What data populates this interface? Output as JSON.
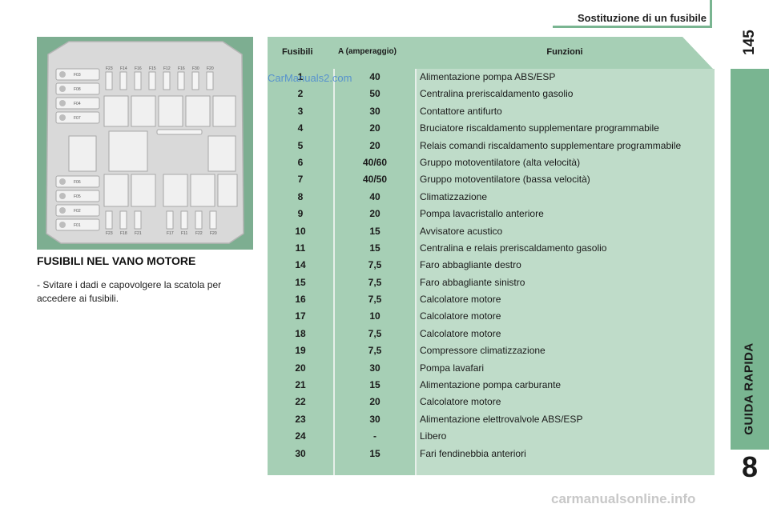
{
  "header": {
    "title": "Sostituzione di un fusibile"
  },
  "page_number": "145",
  "chapter": {
    "title": "GUIDA RAPIDA",
    "number": "8"
  },
  "section": {
    "title": "FUSIBILI NEL VANO MOTORE",
    "body": "- Svitare i dadi e capovolgere la scatola per accedere ai fusibili."
  },
  "table": {
    "headers": {
      "fuse": "Fusibili",
      "amp": "A (amperaggio)",
      "func": "Funzioni"
    },
    "rows": [
      {
        "n": "1",
        "a": "40",
        "f": "Alimentazione pompa ABS/ESP"
      },
      {
        "n": "2",
        "a": "50",
        "f": "Centralina preriscaldamento gasolio"
      },
      {
        "n": "3",
        "a": "30",
        "f": "Contattore antifurto"
      },
      {
        "n": "4",
        "a": "20",
        "f": "Bruciatore riscaldamento supplementare programmabile"
      },
      {
        "n": "5",
        "a": "20",
        "f": "Relais comandi riscaldamento supplementare programmabile"
      },
      {
        "n": "6",
        "a": "40/60",
        "f": "Gruppo motoventilatore (alta velocità)"
      },
      {
        "n": "7",
        "a": "40/50",
        "f": "Gruppo motoventilatore (bassa velocità)"
      },
      {
        "n": "8",
        "a": "40",
        "f": "Climatizzazione"
      },
      {
        "n": "9",
        "a": "20",
        "f": "Pompa lavacristallo anteriore"
      },
      {
        "n": "10",
        "a": "15",
        "f": "Avvisatore acustico"
      },
      {
        "n": "11",
        "a": "15",
        "f": "Centralina e relais preriscaldamento gasolio"
      },
      {
        "n": "14",
        "a": "7,5",
        "f": "Faro abbagliante destro"
      },
      {
        "n": "15",
        "a": "7,5",
        "f": "Faro abbagliante sinistro"
      },
      {
        "n": "16",
        "a": "7,5",
        "f": "Calcolatore motore"
      },
      {
        "n": "17",
        "a": "10",
        "f": "Calcolatore motore"
      },
      {
        "n": "18",
        "a": "7,5",
        "f": "Calcolatore motore"
      },
      {
        "n": "19",
        "a": "7,5",
        "f": "Compressore climatizzazione"
      },
      {
        "n": "20",
        "a": "30",
        "f": "Pompa lavafari"
      },
      {
        "n": "21",
        "a": "15",
        "f": "Alimentazione pompa carburante"
      },
      {
        "n": "22",
        "a": "20",
        "f": "Calcolatore motore"
      },
      {
        "n": "23",
        "a": "30",
        "f": "Alimentazione elettrovalvole ABS/ESP"
      },
      {
        "n": "24",
        "a": "-",
        "f": "Libero"
      },
      {
        "n": "30",
        "a": "15",
        "f": "Fari fendinebbia anteriori"
      }
    ]
  },
  "fusebox": {
    "top_labels": [
      "F23",
      "F14",
      "F16",
      "F15",
      "F12",
      "F16",
      "F30",
      "F20"
    ],
    "bottom_labels": [
      "F23",
      "F18",
      "F21",
      "F17",
      "F11",
      "F22",
      "F20"
    ],
    "left_top_labels": [
      "F03",
      "F08",
      "F04",
      "F07"
    ],
    "left_bottom_labels": [
      "F06",
      "F05",
      "F02",
      "F01"
    ]
  },
  "watermarks": {
    "top": "CarManuals2.com",
    "bottom": "carmanualsonline.info"
  }
}
